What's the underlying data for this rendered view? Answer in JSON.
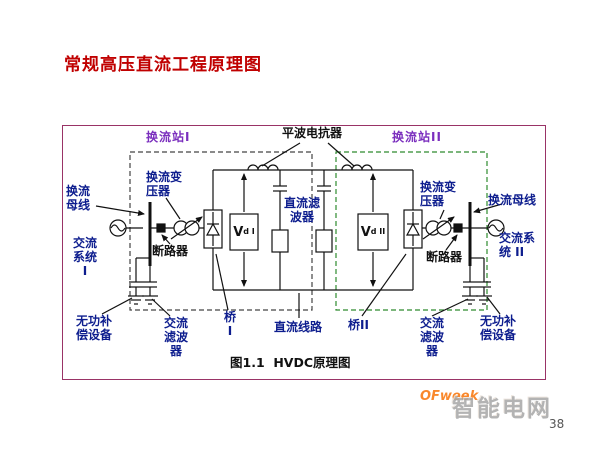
{
  "page": {
    "title": "常规高压直流工程原理图",
    "page_number": "38",
    "watermark": {
      "brand": "OFweek",
      "name": "智能电网"
    }
  },
  "colors": {
    "title_red": "#c00000",
    "station_purple": "#7b2fbe",
    "frame_maroon": "#993366",
    "label_navy": "#0d1d8e",
    "station2_box_green": "#2e8b2e",
    "watermark_orange": "#f97c16"
  },
  "diagram": {
    "caption": "图1.1  HVDC原理图",
    "vd1": {
      "v": "V",
      "sub": "d I"
    },
    "vd2": {
      "v": "V",
      "sub": "d II"
    },
    "labels": {
      "station1": "换流站I",
      "station2": "换流站II",
      "smoothing_reactor": "平波电抗器",
      "bus_left": "换流\n母线",
      "transformer_left": "换流变\n压器",
      "ac_system1": "交流\n系统\nI",
      "breaker_left": "断路器",
      "dc_filter": "直流滤\n波器",
      "transformer_right": "换流变\n压器",
      "bus_right": "换流母线",
      "ac_system2": "交流系\n统 II",
      "breaker_right": "断路器",
      "reactive_left": "无功补\n偿设备",
      "ac_filter_left": "交流\n滤波\n器",
      "bridge1": "桥\nI",
      "dc_line": "直流线路",
      "bridge2": "桥II",
      "ac_filter_right": "交流\n滤波\n器",
      "reactive_right": "无功补\n偿设备"
    }
  }
}
